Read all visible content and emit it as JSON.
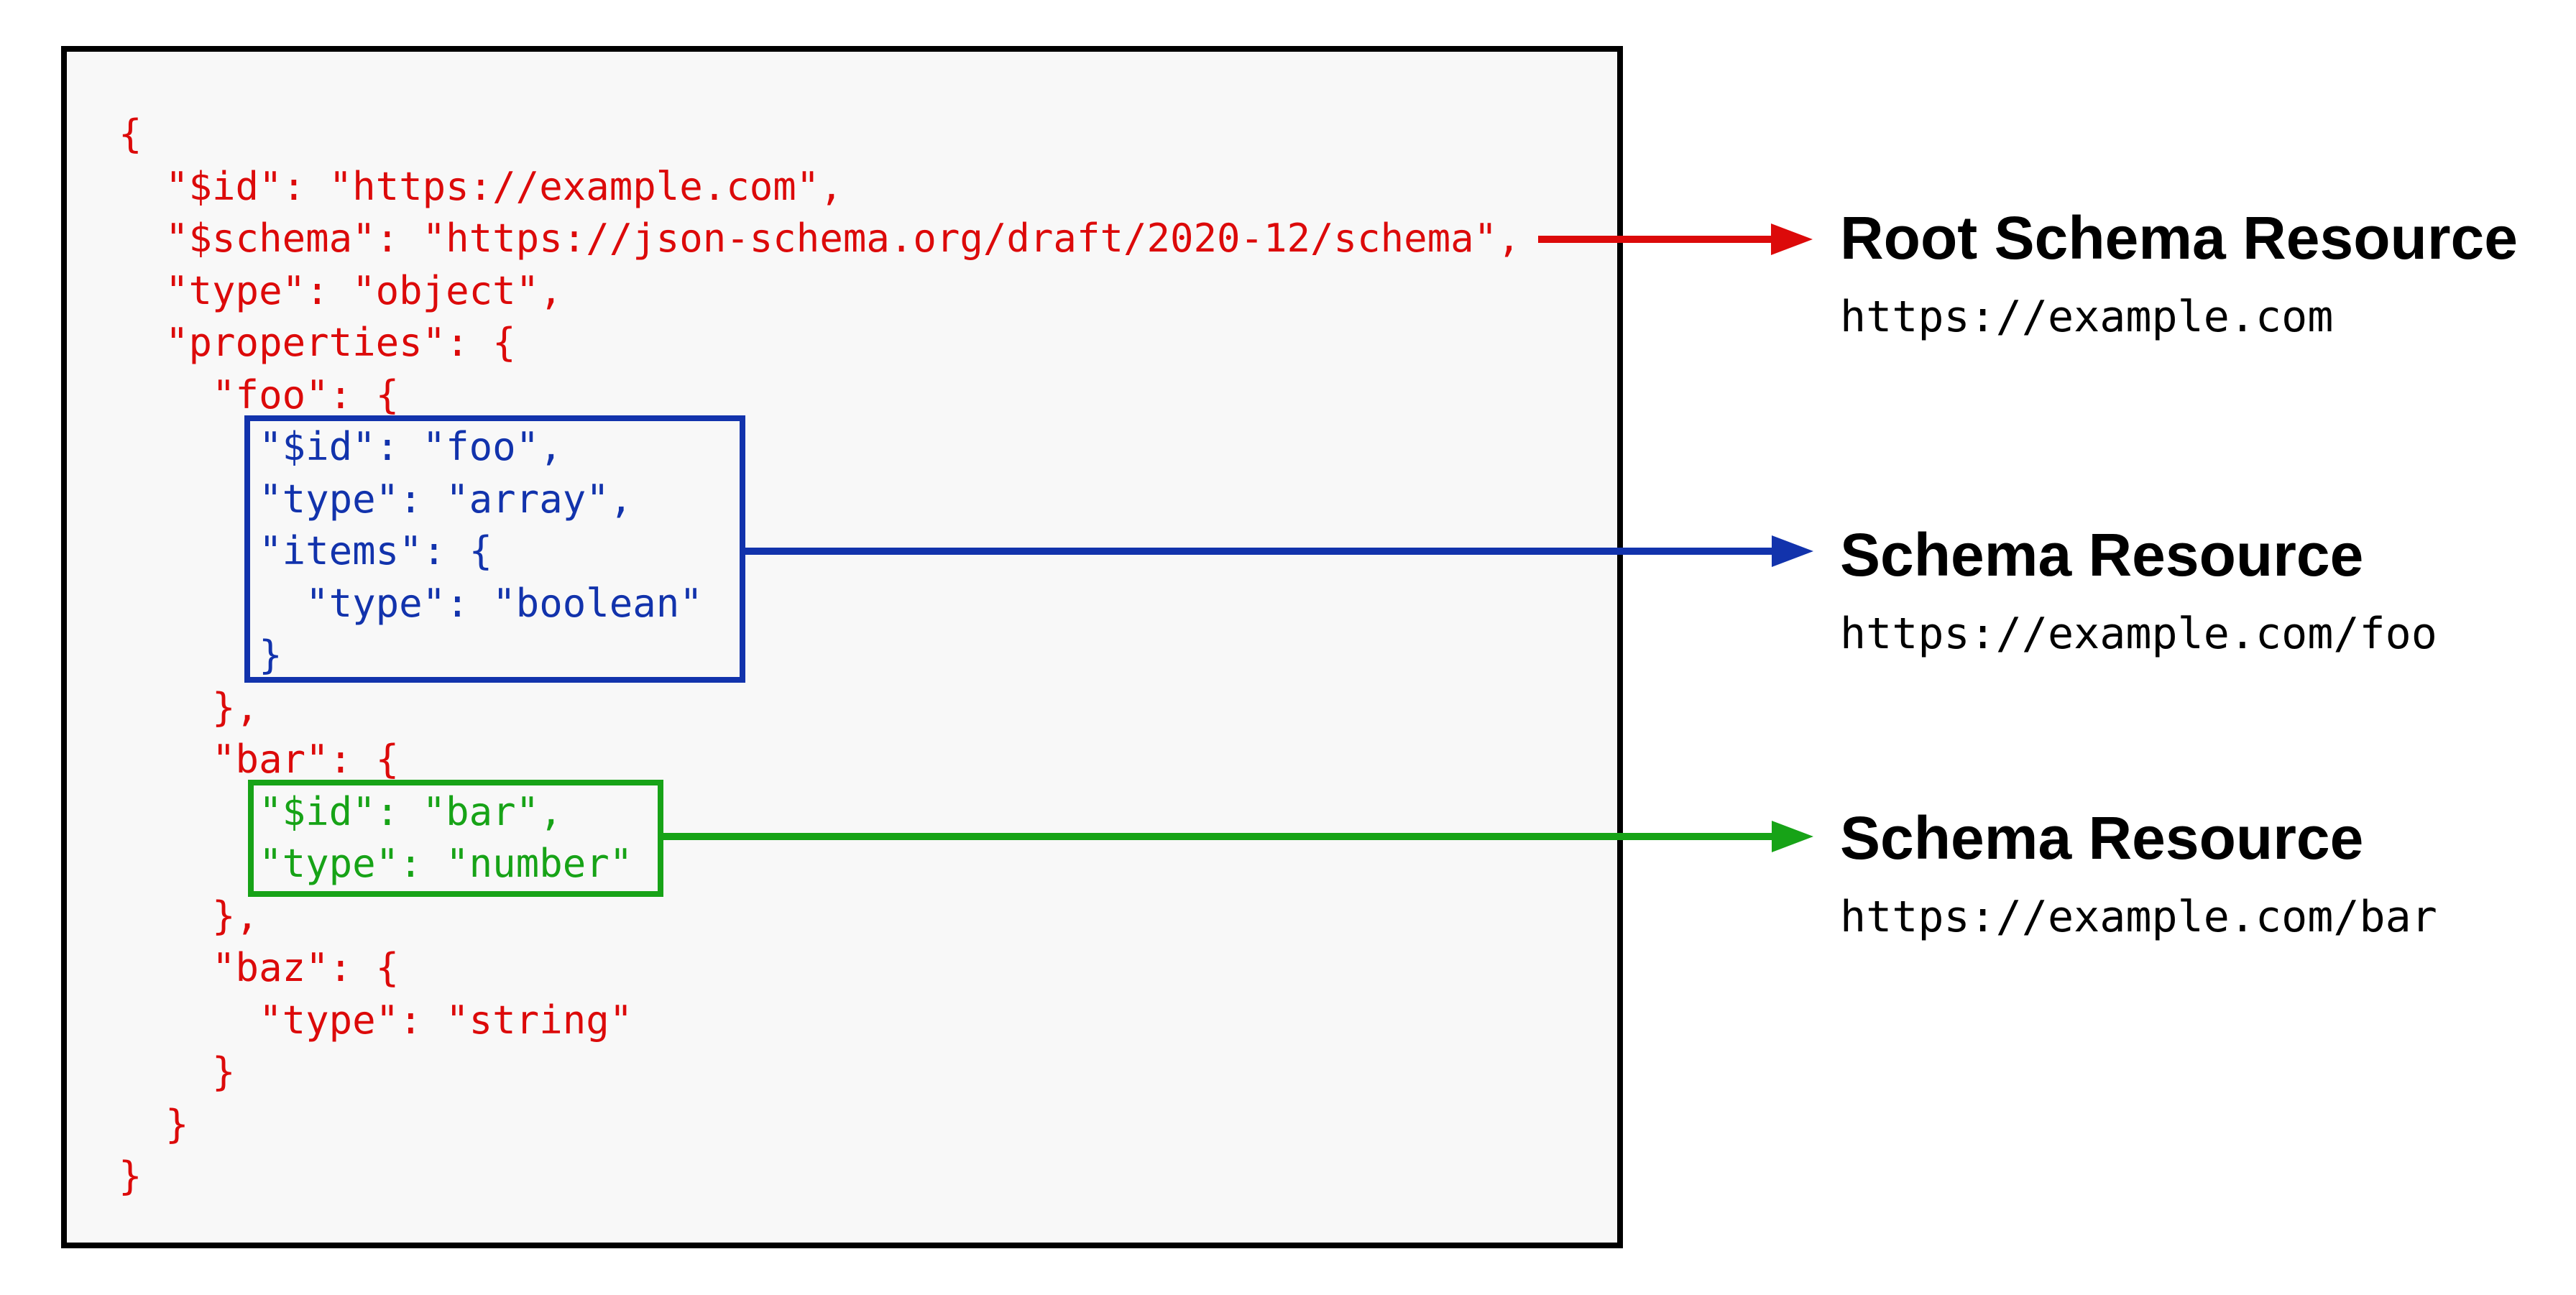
{
  "colors": {
    "red": "#DC0A0A",
    "blue": "#1233AC",
    "green": "#17A317",
    "black": "#000000",
    "panel_background": "#f8f8f8"
  },
  "code_panel": {
    "lines": [
      {
        "text": "{",
        "color": "red"
      },
      {
        "text": "  \"$id\": \"https://example.com\",",
        "color": "red"
      },
      {
        "text": "  \"$schema\": \"https://json-schema.org/draft/2020-12/schema\",",
        "color": "red"
      },
      {
        "text": "  \"type\": \"object\",",
        "color": "red"
      },
      {
        "text": "  \"properties\": {",
        "color": "red"
      },
      {
        "text": "    \"foo\": {",
        "color": "red"
      },
      {
        "text": "      \"$id\": \"foo\",",
        "color": "blue"
      },
      {
        "text": "      \"type\": \"array\",",
        "color": "blue"
      },
      {
        "text": "      \"items\": {",
        "color": "blue"
      },
      {
        "text": "        \"type\": \"boolean\"",
        "color": "blue"
      },
      {
        "text": "      }",
        "color": "blue"
      },
      {
        "text": "    },",
        "color": "red"
      },
      {
        "text": "    \"bar\": {",
        "color": "red"
      },
      {
        "text": "      \"$id\": \"bar\",",
        "color": "green"
      },
      {
        "text": "      \"type\": \"number\"",
        "color": "green"
      },
      {
        "text": "    },",
        "color": "red"
      },
      {
        "text": "    \"baz\": {",
        "color": "red"
      },
      {
        "text": "      \"type\": \"string\"",
        "color": "red"
      },
      {
        "text": "    }",
        "color": "red"
      },
      {
        "text": "  }",
        "color": "red"
      },
      {
        "text": "}",
        "color": "red"
      }
    ]
  },
  "annotations": [
    {
      "title": "Root Schema Resource",
      "url": "https://example.com"
    },
    {
      "title": "Schema Resource",
      "url": "https://example.com/foo"
    },
    {
      "title": "Schema Resource",
      "url": "https://example.com/bar"
    }
  ]
}
